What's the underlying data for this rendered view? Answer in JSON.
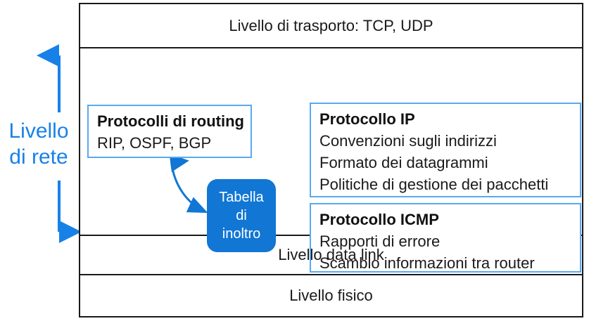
{
  "diagram": {
    "side_label": "Livello\ndi rete",
    "accent_color": "#1881e8",
    "box_blue": "#1176d4",
    "pane_border": "#5aa9ef",
    "frame_color": "#1a1a1a"
  },
  "layers": {
    "transport": "Livello di trasporto: TCP, UDP",
    "data_link": "Livello data link",
    "physical": "Livello fisico"
  },
  "network": {
    "routing": {
      "title": "Protocolli di routing",
      "lines": [
        "RIP, OSPF, BGP"
      ]
    },
    "ip": {
      "title": "Protocollo IP",
      "lines": [
        "Convenzioni sugli indirizzi",
        "Formato dei datagrammi",
        "Politiche di gestione dei pacchetti"
      ]
    },
    "icmp": {
      "title": "Protocollo ICMP",
      "lines": [
        "Rapporti di errore",
        "Scambio informazioni tra router"
      ]
    },
    "table_box": {
      "line1": "Tabella",
      "line2": "di",
      "line3": "inoltro"
    }
  }
}
